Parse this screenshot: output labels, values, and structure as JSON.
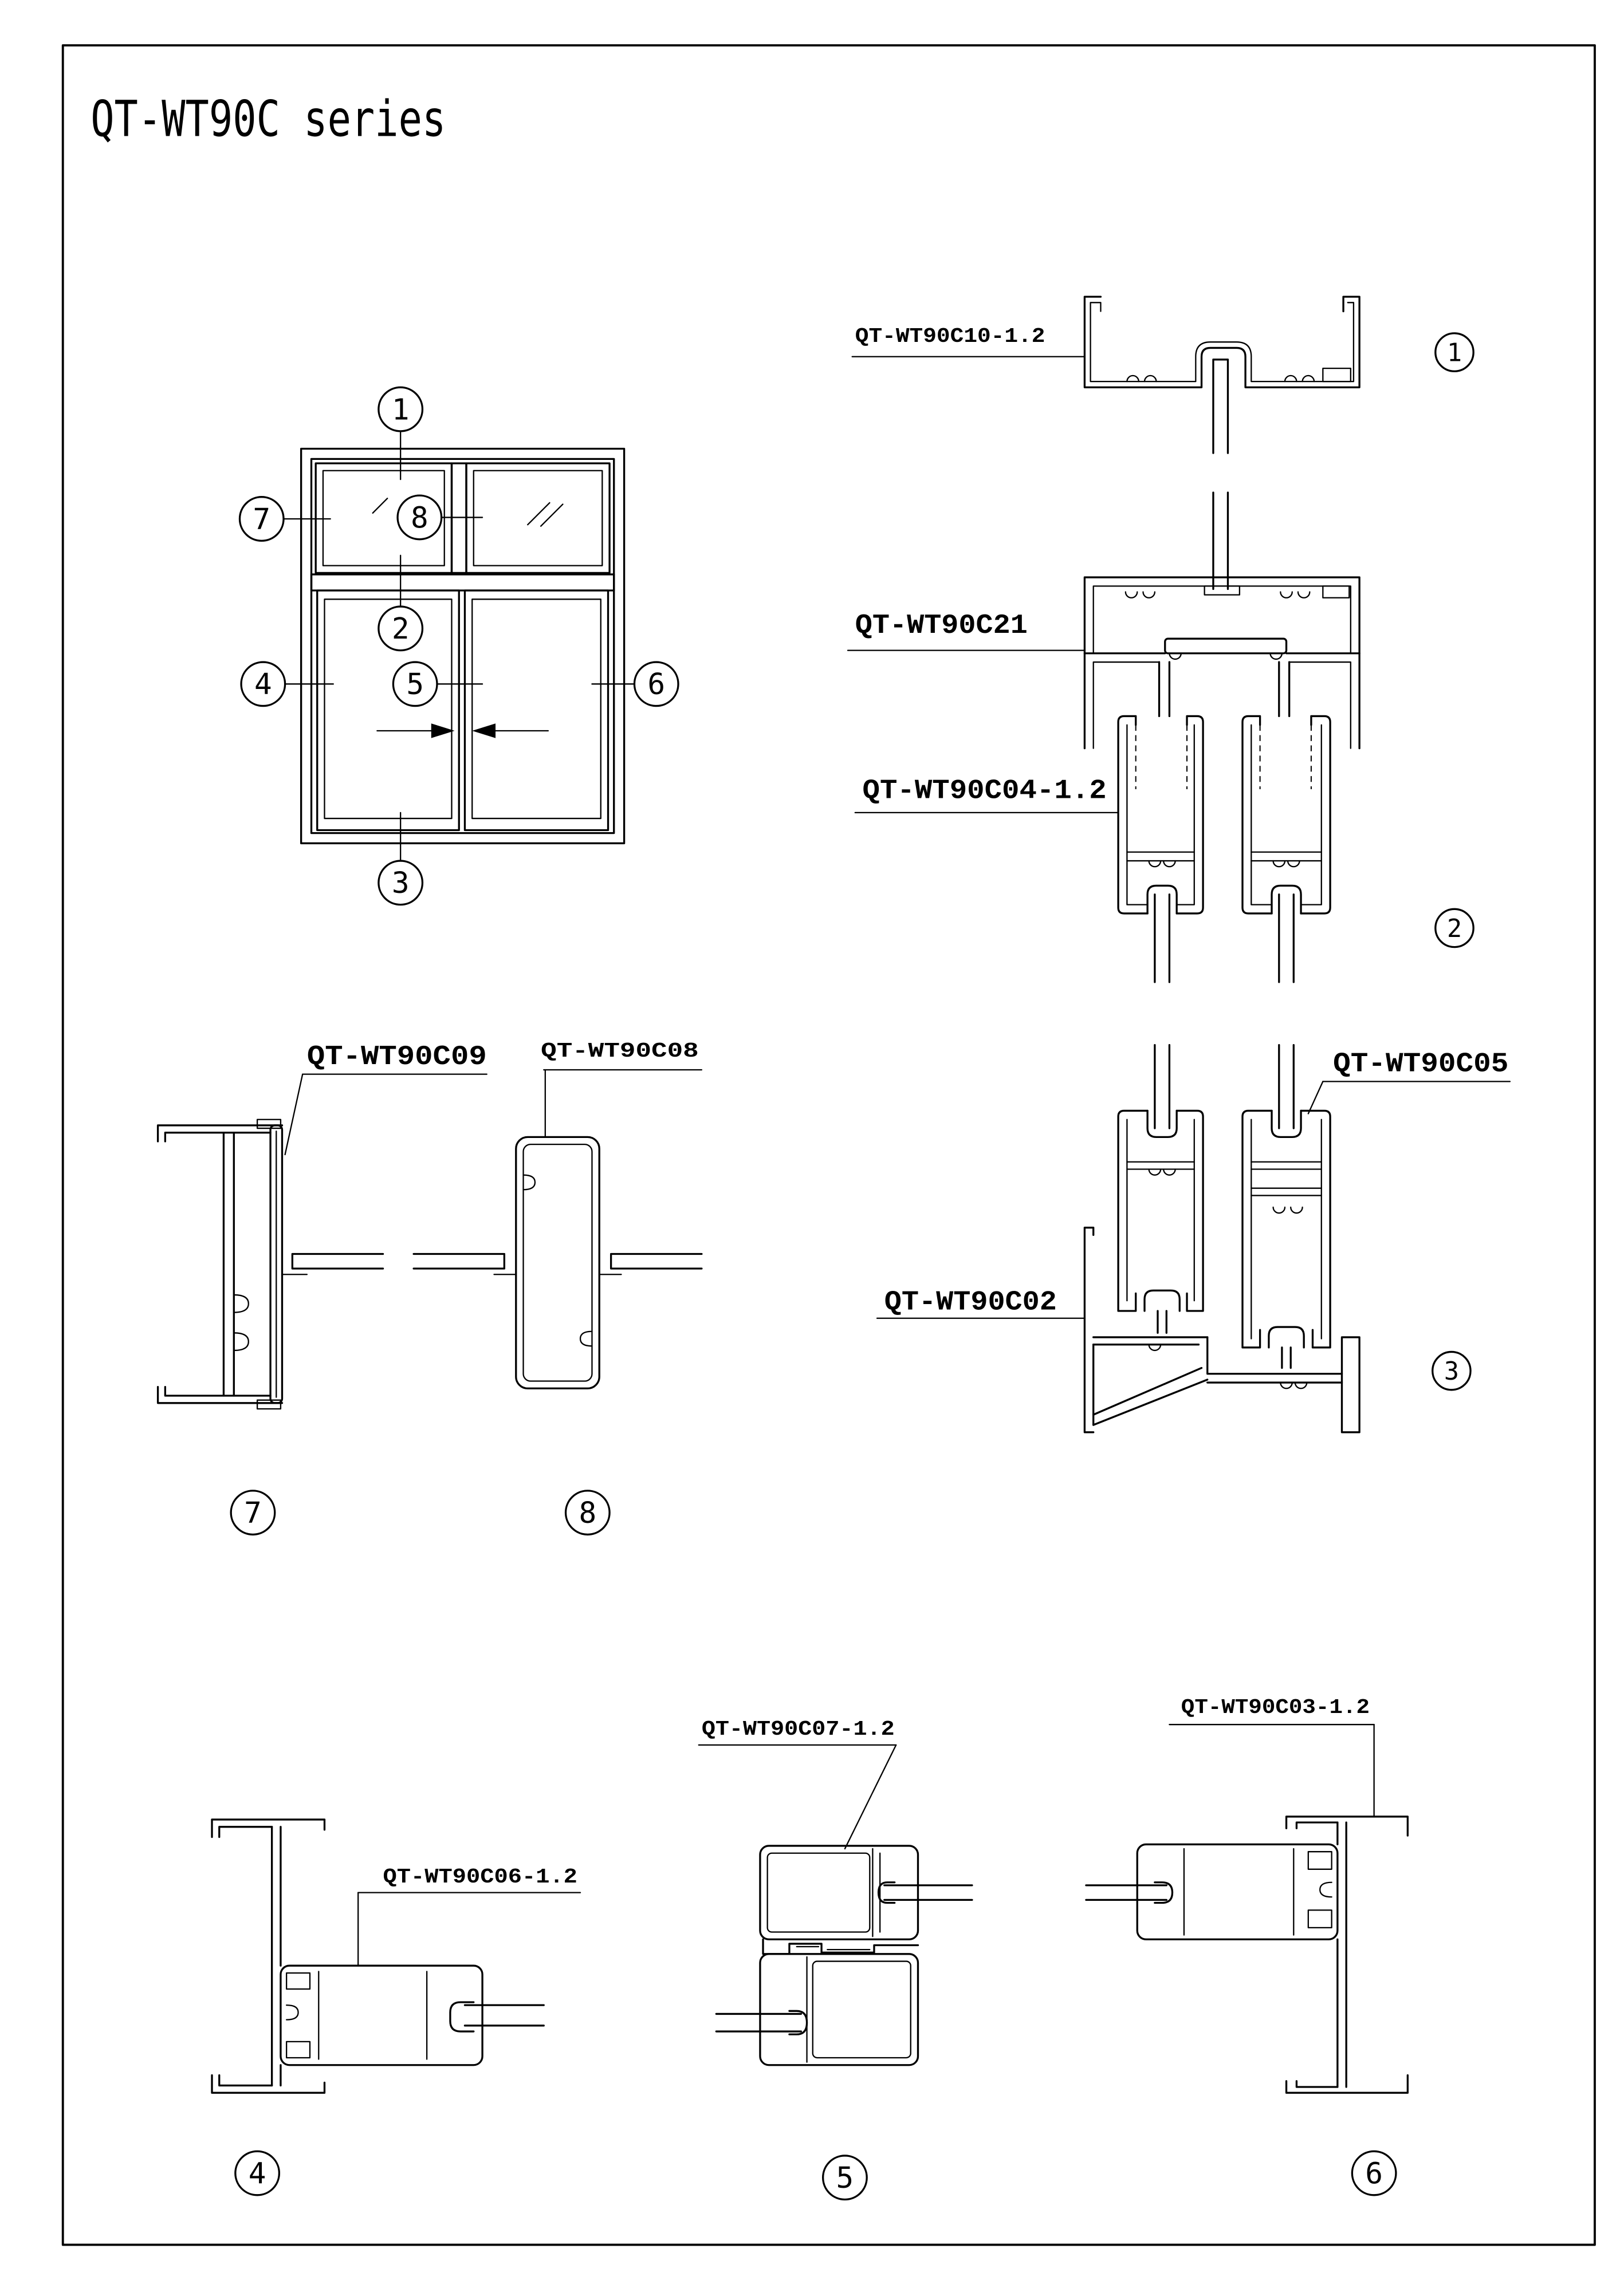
{
  "title": "QT-WT90C series",
  "elevation": {
    "markers": {
      "m1": "1",
      "m2": "2",
      "m3": "3",
      "m4": "4",
      "m5": "5",
      "m6": "6",
      "m7": "7",
      "m8": "8"
    }
  },
  "sections": {
    "section_1": {
      "marker": "1",
      "profiles": [
        "QT-WT90C10-1.2"
      ]
    },
    "section_2": {
      "marker": "2",
      "profiles": [
        "QT-WT90C21",
        "QT-WT90C04-1.2"
      ]
    },
    "section_3": {
      "marker": "3",
      "profiles": [
        "QT-WT90C05",
        "QT-WT90C02"
      ]
    },
    "section_4": {
      "marker": "4",
      "profiles": [
        "QT-WT90C06-1.2"
      ]
    },
    "section_5": {
      "marker": "5",
      "profiles": [
        "QT-WT90C07-1.2"
      ]
    },
    "section_6": {
      "marker": "6",
      "profiles": [
        "QT-WT90C03-1.2"
      ]
    },
    "section_7": {
      "marker": "7",
      "profiles": [
        "QT-WT90C09"
      ]
    },
    "section_8": {
      "marker": "8",
      "profiles": [
        "QT-WT90C08"
      ]
    }
  }
}
